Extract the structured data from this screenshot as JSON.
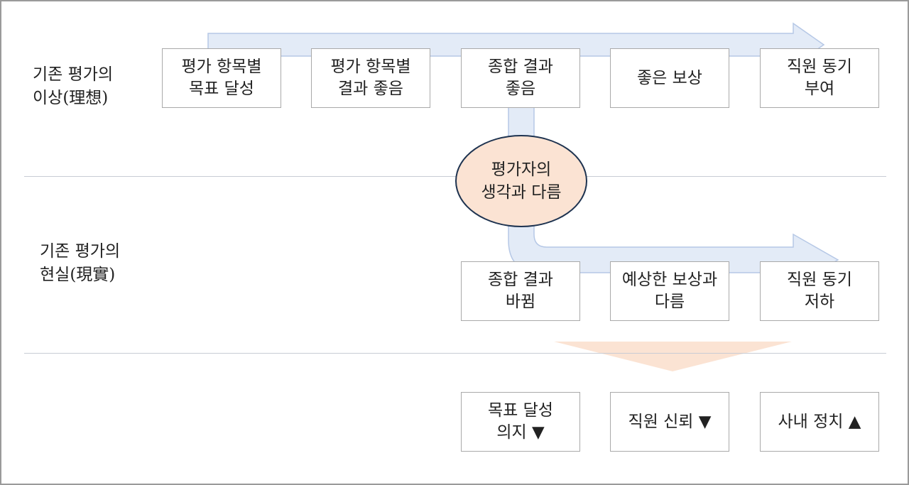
{
  "colors": {
    "arrow_fill": "#e3ebf7",
    "arrow_stroke": "#b6c8e6",
    "ellipse_fill": "#fbe3d3",
    "ellipse_border": "#1e3350",
    "triangle_fill": "#fbe3d3",
    "box_border": "#a9a9a9",
    "divider": "#c8ccd4"
  },
  "ideal": {
    "label": [
      "기존 평가의",
      "이상(理想)"
    ],
    "boxes": [
      {
        "lines": [
          "평가 항목별",
          "목표 달성"
        ]
      },
      {
        "lines": [
          "평가 항목별",
          "결과 좋음"
        ]
      },
      {
        "lines": [
          "종합 결과",
          "좋음"
        ]
      },
      {
        "lines": [
          "좋은 보상"
        ]
      },
      {
        "lines": [
          "직원 동기",
          "부여"
        ]
      }
    ]
  },
  "center": {
    "lines": [
      "평가자의",
      "생각과 다름"
    ]
  },
  "reality": {
    "label": [
      "기존 평가의",
      "현실(現實)"
    ],
    "boxes": [
      {
        "lines": [
          "종합 결과",
          "바뀜"
        ]
      },
      {
        "lines": [
          "예상한 보상과",
          "다름"
        ]
      },
      {
        "lines": [
          "직원 동기",
          "저하"
        ]
      }
    ]
  },
  "outcomes": {
    "boxes": [
      {
        "lines": [
          "목표 달성",
          "의지 ▼"
        ]
      },
      {
        "lines": [
          "직원 신뢰 ▼"
        ]
      },
      {
        "lines": [
          "사내 정치 ▲"
        ]
      }
    ]
  }
}
